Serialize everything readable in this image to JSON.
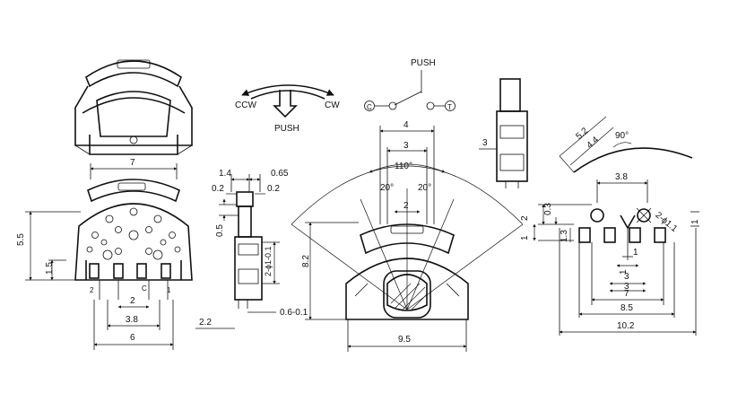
{
  "diagram": {
    "top_labels": {
      "ccw": "CCW",
      "cw": "CW",
      "push_arrow": "PUSH",
      "push_switch": "PUSH",
      "c": "C",
      "t": "T"
    },
    "front_dims": {
      "w7": "7",
      "h5_5": "5.5",
      "h1_5": "1.5",
      "p2": "2",
      "w3_8": "3.8",
      "w6": "6",
      "pin2": "2",
      "pinC": "C",
      "pin1": "1"
    },
    "side_dims": {
      "d1_4": "1.4",
      "d0_65": "0.65",
      "d0_2a": "0.2",
      "d0_2b": "0.2",
      "d0_5": "0.5",
      "hole": "2-ϕ1-0.1",
      "d0_6": "0.6-0.1",
      "d2_2": "2.2"
    },
    "center_dims": {
      "w4": "4",
      "w3": "3",
      "a110": "110°",
      "a20l": "20°",
      "a20r": "20°",
      "w2": "2",
      "h8_2": "8.2",
      "w9_5": "9.5"
    },
    "small_side_dims": {
      "w3": "3"
    },
    "detail_dims": {
      "d5_2": "5.2",
      "d4_4": "4.4",
      "a90": "90°"
    },
    "pcb_dims": {
      "w3_8": "3.8",
      "h2": "2",
      "h0_3": "0.3",
      "h1": "1",
      "hole": "2-ϕ1.1",
      "h1_3": "1.3",
      "v1": "1",
      "v3": "3",
      "h1b": "1",
      "w1": "1",
      "w3": "3",
      "w7": "7",
      "w8_5": "8.5",
      "w10_2": "10.2"
    }
  }
}
